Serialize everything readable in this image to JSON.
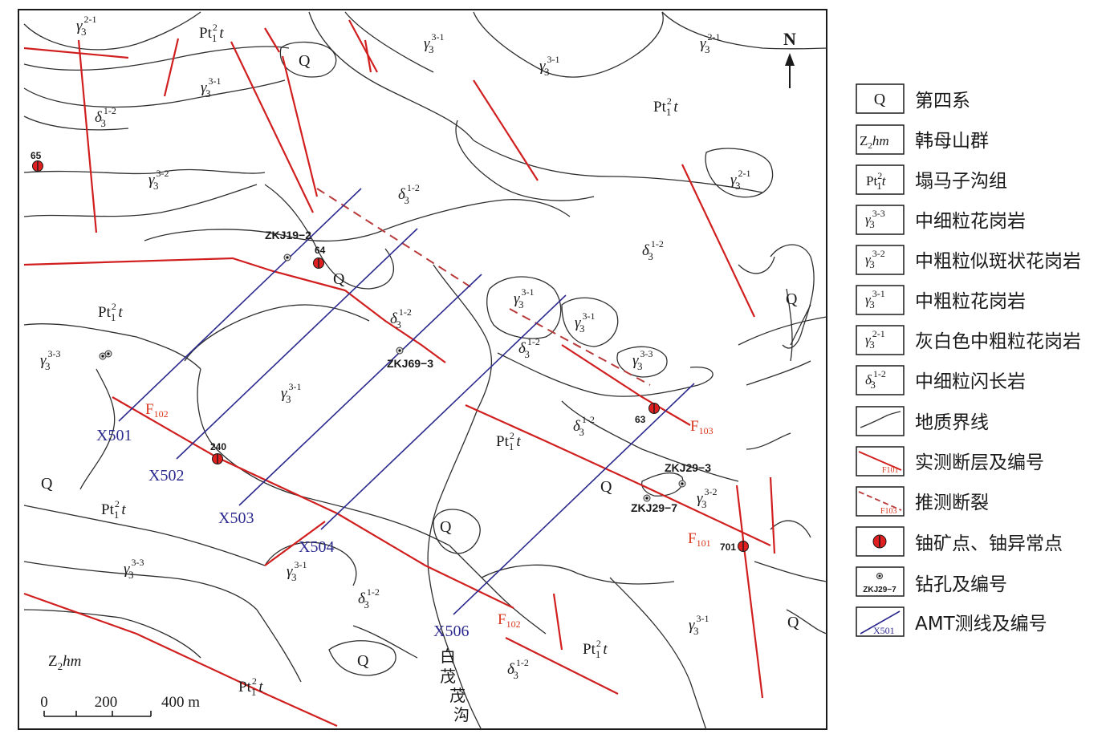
{
  "north_label": "N",
  "scale": {
    "ticks": [
      "0",
      "200",
      "400 m"
    ]
  },
  "place_name": [
    "白",
    "茂",
    "茂",
    "沟"
  ],
  "units": [
    {
      "id": "u1",
      "sym": "γ",
      "sup": "2-1",
      "sub": "3"
    },
    {
      "id": "u2",
      "sym": "γ",
      "sup": "3-1",
      "sub": "3"
    },
    {
      "id": "u3",
      "sym": "γ",
      "sup": "3-1",
      "sub": "3"
    },
    {
      "id": "u4",
      "sym": "γ",
      "sup": "3-1",
      "sub": "3"
    },
    {
      "id": "u5",
      "sym": "γ",
      "sup": "2-1",
      "sub": "3"
    },
    {
      "id": "u6",
      "sym": "δ",
      "sup": "1-2",
      "sub": "3"
    },
    {
      "id": "u7",
      "sym": "γ",
      "sup": "3-2",
      "sub": "3"
    },
    {
      "id": "u8",
      "sym": "δ",
      "sup": "1-2",
      "sub": "3"
    },
    {
      "id": "u9",
      "sym": "γ",
      "sup": "2-1",
      "sub": "3"
    },
    {
      "id": "u10",
      "sym": "δ",
      "sup": "1-2",
      "sub": "3"
    },
    {
      "id": "u11",
      "sym": "γ",
      "sup": "3-3",
      "sub": "3"
    },
    {
      "id": "u12",
      "sym": "δ",
      "sup": "1-2",
      "sub": "3"
    },
    {
      "id": "u13",
      "sym": "γ",
      "sup": "3-1",
      "sub": "3"
    },
    {
      "id": "u14",
      "sym": "γ",
      "sup": "3-1",
      "sub": "3"
    },
    {
      "id": "u15",
      "sym": "δ",
      "sup": "1-2",
      "sub": "3"
    },
    {
      "id": "u16",
      "sym": "γ",
      "sup": "3-3",
      "sub": "3"
    },
    {
      "id": "u17",
      "sym": "γ",
      "sup": "3-1",
      "sub": "3"
    },
    {
      "id": "u18",
      "sym": "δ",
      "sup": "1-2",
      "sub": "3"
    },
    {
      "id": "u19",
      "sym": "γ",
      "sup": "3-2",
      "sub": "3"
    },
    {
      "id": "u20",
      "sym": "γ",
      "sup": "3-3",
      "sub": "3"
    },
    {
      "id": "u21",
      "sym": "γ",
      "sup": "3-1",
      "sub": "3"
    },
    {
      "id": "u22",
      "sym": "δ",
      "sup": "1-2",
      "sub": "3"
    },
    {
      "id": "u23",
      "sym": "γ",
      "sup": "3-1",
      "sub": "3"
    },
    {
      "id": "u24",
      "sym": "δ",
      "sup": "1-2",
      "sub": "3"
    }
  ],
  "formations": [
    {
      "id": "f1",
      "base": "Pt",
      "sup": "2",
      "sub": "1",
      "tail": "t"
    },
    {
      "id": "f2",
      "base": "Pt",
      "sup": "2",
      "sub": "1",
      "tail": "t"
    },
    {
      "id": "f3",
      "base": "Pt",
      "sup": "2",
      "sub": "1",
      "tail": "t"
    },
    {
      "id": "f4",
      "base": "Pt",
      "sup": "2",
      "sub": "1",
      "tail": "t"
    },
    {
      "id": "f5",
      "base": "Pt",
      "sup": "2",
      "sub": "1",
      "tail": "t"
    },
    {
      "id": "f6",
      "base": "Pt",
      "sup": "2",
      "sub": "1",
      "tail": "t"
    },
    {
      "id": "f7",
      "base": "Pt",
      "sup": "2",
      "sub": "1",
      "tail": "t"
    }
  ],
  "zhm_label": {
    "base": "Z",
    "sub": "2",
    "tail": "hm"
  },
  "quaternary_label": "Q",
  "drill_holes": [
    "ZKJ19−2",
    "ZKJ69−3",
    "ZKJ29−3",
    "ZKJ29−7"
  ],
  "anomaly_numbers": [
    "65",
    "64",
    "240",
    "63",
    "701"
  ],
  "fault_labels": [
    {
      "id": "F102a",
      "base": "F",
      "sub": "102"
    },
    {
      "id": "F103",
      "base": "F",
      "sub": "103"
    },
    {
      "id": "F101",
      "base": "F",
      "sub": "101"
    },
    {
      "id": "F102b",
      "base": "F",
      "sub": "102"
    }
  ],
  "amt_lines": [
    "X501",
    "X502",
    "X503",
    "X504",
    "X506"
  ],
  "legend": [
    {
      "sym": "Q",
      "label": "第四系"
    },
    {
      "sym": "Z2hm",
      "label": "韩母山群"
    },
    {
      "sym": "Pt",
      "label": "塌马子沟组"
    },
    {
      "sym": "γ33-3",
      "label": "中细粒花岗岩"
    },
    {
      "sym": "γ33-2",
      "label": "中粗粒似斑状花岗岩"
    },
    {
      "sym": "γ33-1",
      "label": "中粗粒花岗岩"
    },
    {
      "sym": "γ32-1",
      "label": "灰白色中粗粒花岗岩"
    },
    {
      "sym": "δ31-2",
      "label": "中细粒闪长岩"
    },
    {
      "sym": "contact",
      "label": "地质界线"
    },
    {
      "sym": "fault",
      "label": "实测断层及编号",
      "inner": "F101"
    },
    {
      "sym": "inferred",
      "label": "推测断裂",
      "inner": "F103"
    },
    {
      "sym": "uranium",
      "label": "铀矿点、铀异常点"
    },
    {
      "sym": "drill",
      "label": "钻孔及编号",
      "inner": "ZKJ29−7"
    },
    {
      "sym": "amt",
      "label": "AMT测线及编号",
      "inner": "X501"
    }
  ],
  "legend_units": [
    {
      "sym": "γ",
      "sup": "3-3",
      "sub": "3"
    },
    {
      "sym": "γ",
      "sup": "3-2",
      "sub": "3"
    },
    {
      "sym": "γ",
      "sup": "3-1",
      "sub": "3"
    },
    {
      "sym": "γ",
      "sup": "2-1",
      "sub": "3"
    },
    {
      "sym": "δ",
      "sup": "1-2",
      "sub": "3"
    }
  ],
  "colors": {
    "fault": "#d11f1f",
    "amt": "#2c2a8e",
    "fault_label": "#d9361c",
    "uranium": "#e02020"
  }
}
